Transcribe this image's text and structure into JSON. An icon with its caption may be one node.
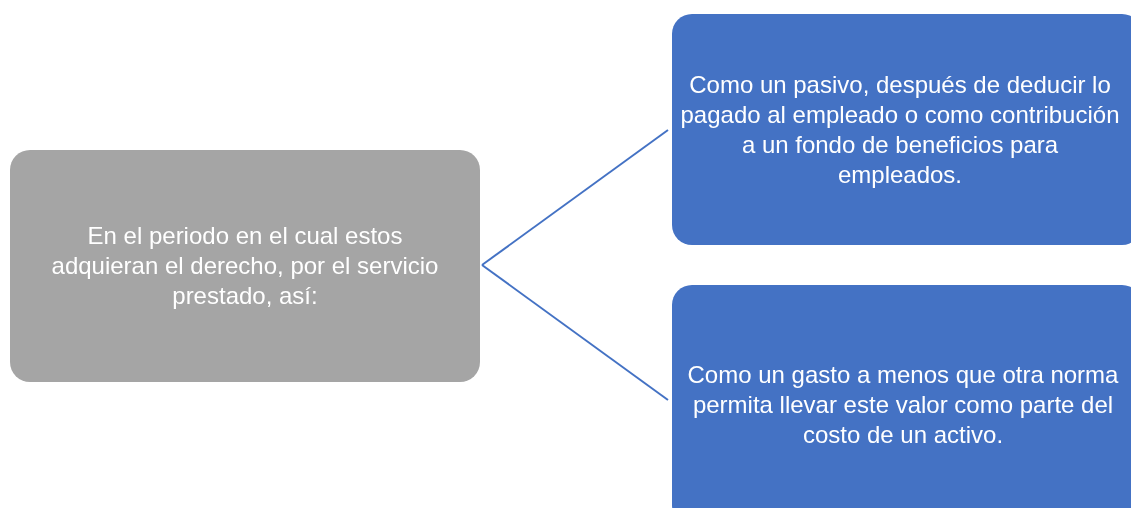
{
  "diagram": {
    "nodes": [
      {
        "text": [
          "En el periodo en el cual estos adquieran el derecho, por el servicio prestado, así:"
        ]
      },
      {
        "text": [
          "Como un pasivo, después de deducir lo pagado al empleado o como contribución a un fondo de beneficios para empleados."
        ]
      },
      {
        "text": [
          "Como un gasto a menos que otra norma permita llevar este valor como parte del costo de un activo."
        ]
      }
    ],
    "edges": [
      {
        "from": 0,
        "to": 1,
        "arrow": "none"
      },
      {
        "from": 0,
        "to": 2,
        "arrow": "none"
      }
    ]
  }
}
